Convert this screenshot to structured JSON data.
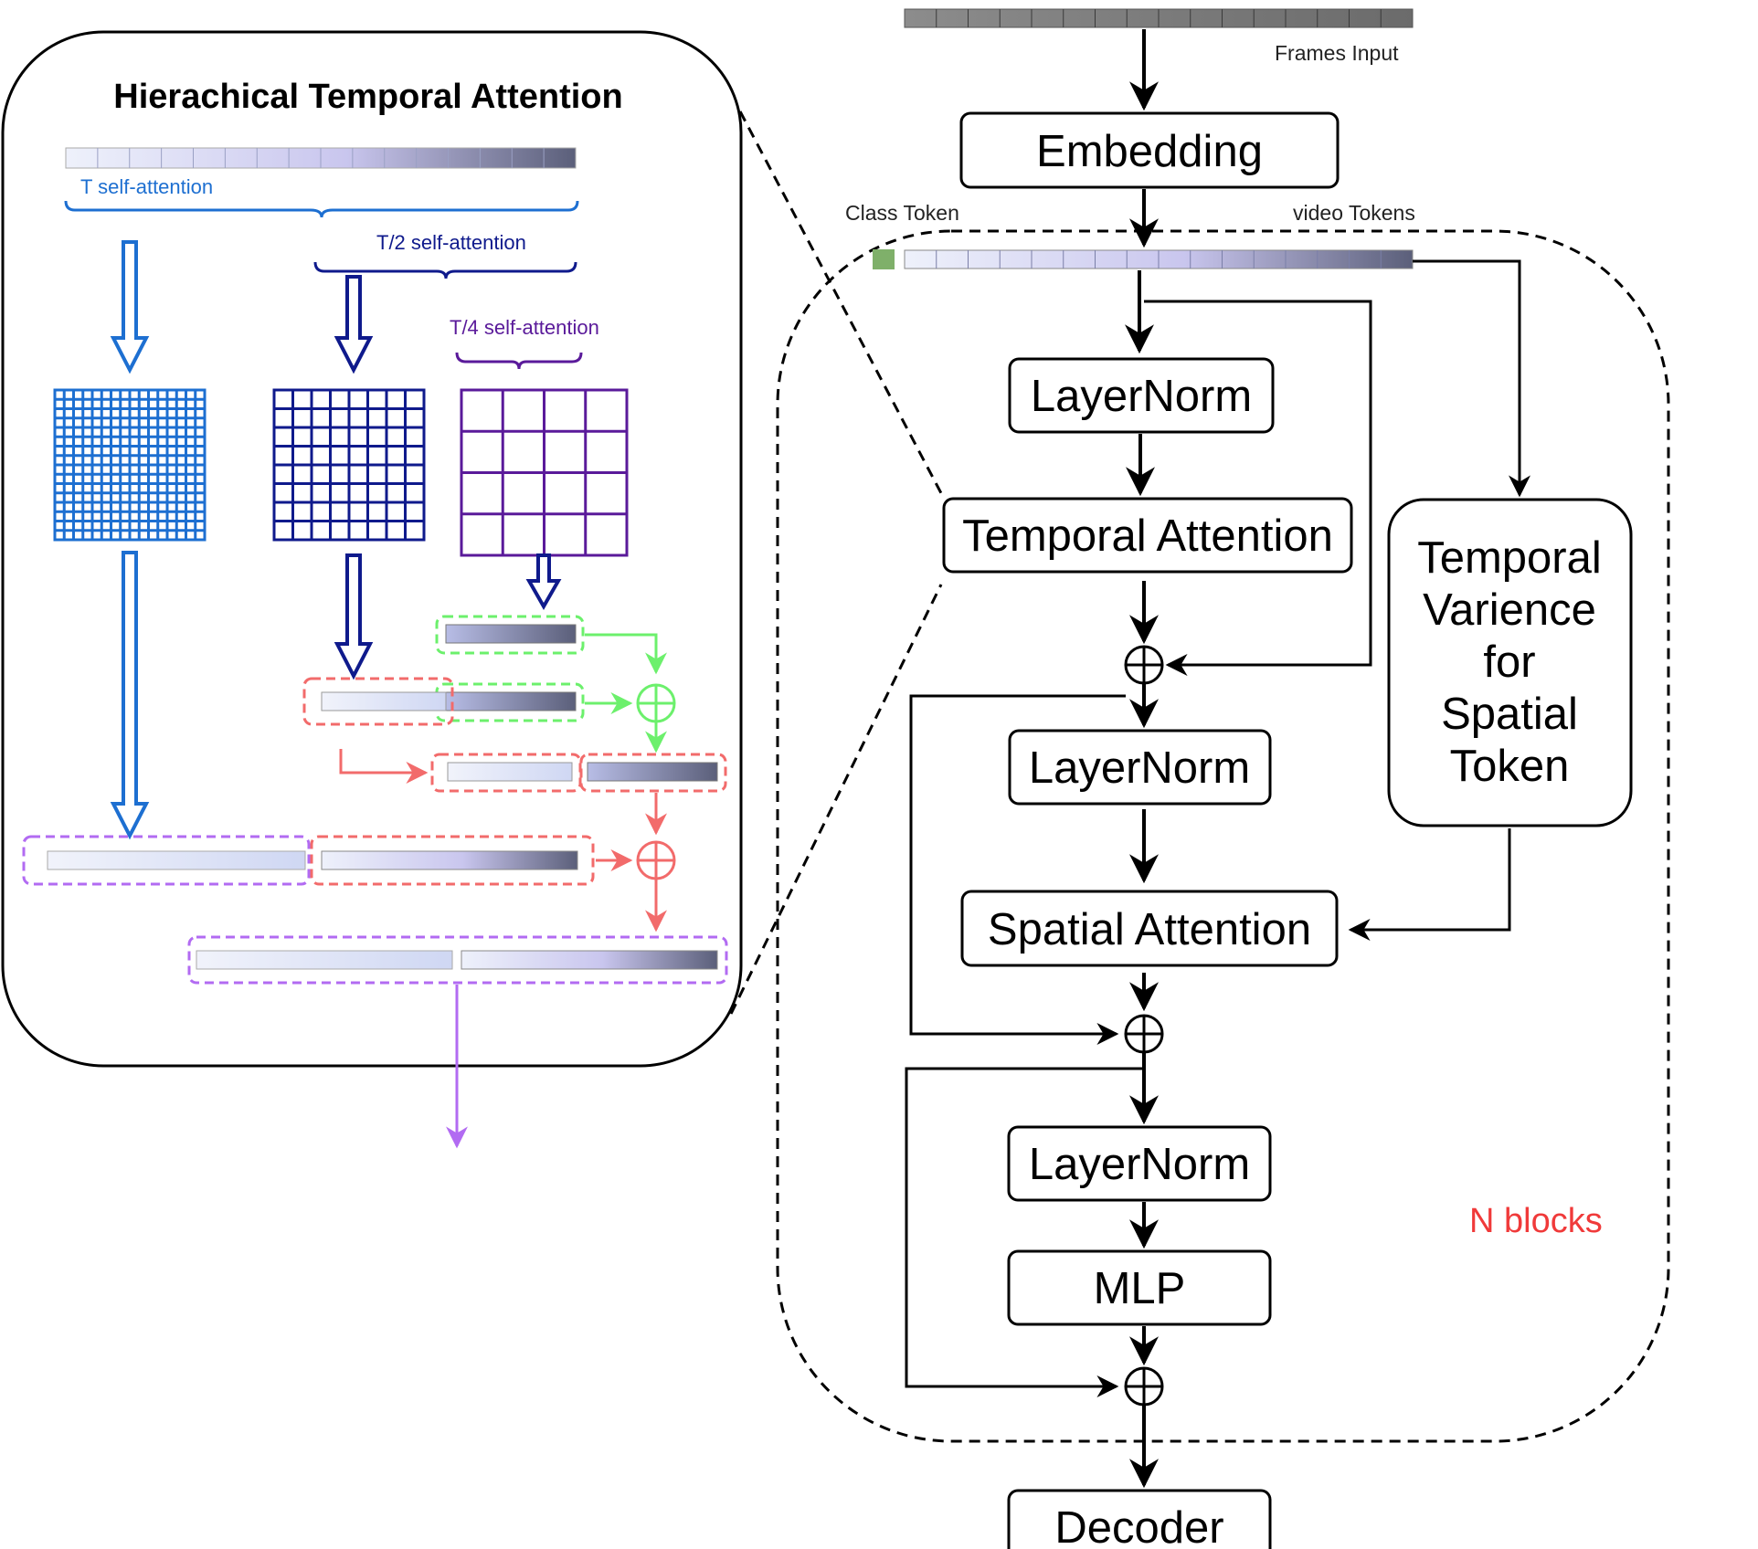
{
  "hta": {
    "title": "Hierachical Temporal Attention",
    "t_label": "T self-attention",
    "t2_label": "T/2 self-attention",
    "t4_label": "T/4 self-attention"
  },
  "pipeline": {
    "frames_input": "Frames Input",
    "embedding": "Embedding",
    "class_token": "Class Token",
    "video_tokens": "video Tokens",
    "layernorm1": "LayerNorm",
    "temporal_attention": "Temporal Attention",
    "layernorm2": "LayerNorm",
    "spatial_attention": "Spatial Attention",
    "layernorm3": "LayerNorm",
    "mlp": "MLP",
    "decoder": "Decoder",
    "tv_line1": "Temporal",
    "tv_line2": "Varience",
    "tv_line3": "for",
    "tv_line4": "Spatial",
    "tv_line5": "Token",
    "n_blocks": "N blocks"
  },
  "colors": {
    "t_blue": "#1d6fd1",
    "t2_navy": "#0f1a8c",
    "t4_purple": "#5a1a9a",
    "green": "#6cf06c",
    "red": "#f26b6b",
    "violet": "#b26bf2",
    "class_token": "#7fb06a"
  }
}
